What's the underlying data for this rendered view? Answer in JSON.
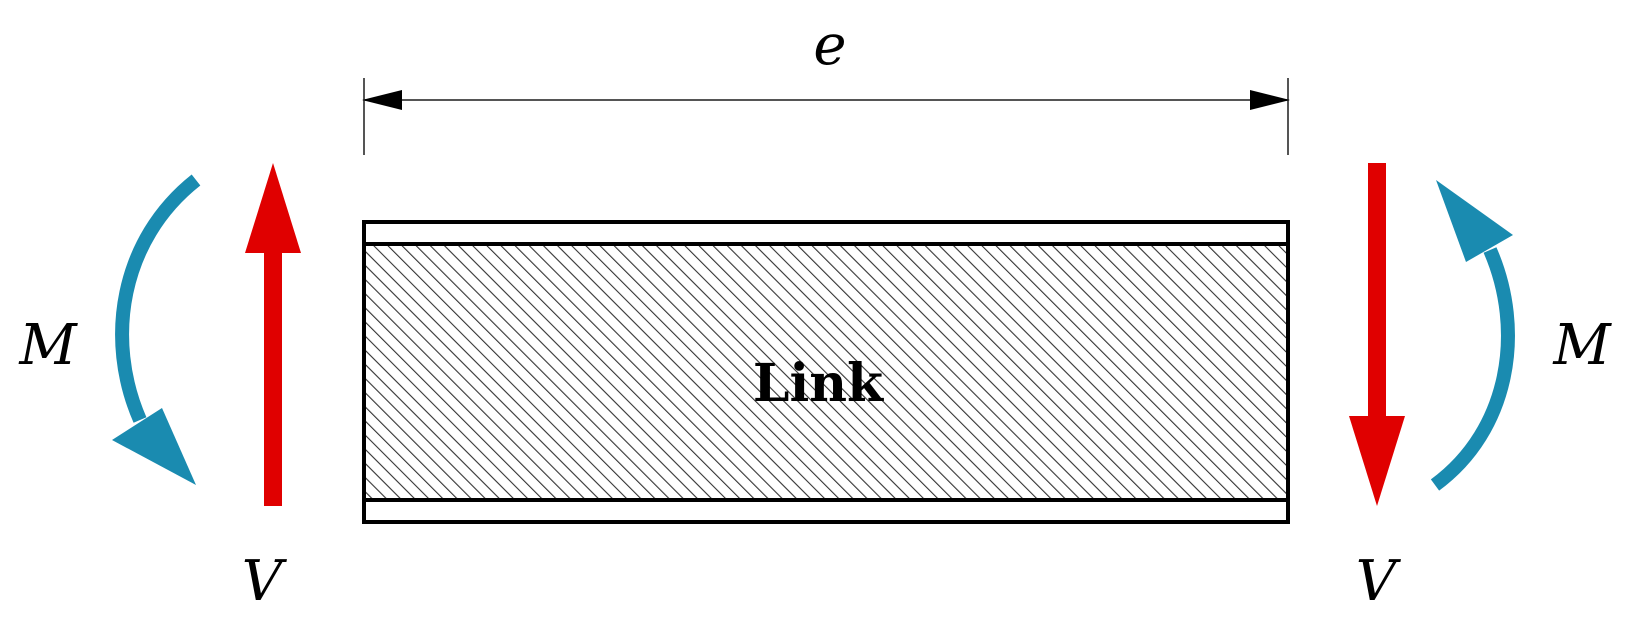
{
  "labels": {
    "dimension": "e",
    "link": "Link",
    "moment_left": "M",
    "moment_right": "M",
    "shear_left": "V",
    "shear_right": "V"
  },
  "colors": {
    "shear_arrow": "#e00000",
    "moment_arrow": "#1a8bb0",
    "outline": "#000000",
    "hatch": "#333333",
    "dimension_line": "#555555"
  }
}
